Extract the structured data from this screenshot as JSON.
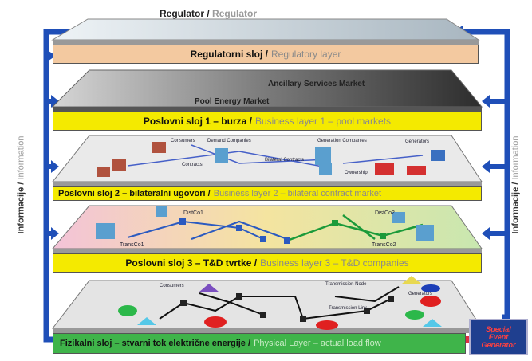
{
  "top": {
    "title_hr": "Regulator",
    "sep": "/",
    "title_en": "Regulator"
  },
  "side": {
    "hr": "Informacije",
    "sep": "/",
    "en": "Information"
  },
  "layers": [
    {
      "hr": "Regulatorni sloj",
      "en": "Regulatory layer"
    },
    {
      "hr": "Poslovni sloj 1 – burza",
      "en": "Business layer 1 – pool markets"
    },
    {
      "hr": "Poslovni sloj 2 – bilateralni ugovori",
      "en": "Business layer 2 – bilateral contract market"
    },
    {
      "hr": "Poslovni sloj 3 – T&D tvrtke",
      "en": "Business layer 3 – T&D companies"
    },
    {
      "hr": "Fizikalni sloj – stvarni tok električne energije",
      "en": "Physical Layer – actual load flow"
    }
  ],
  "plate1": {
    "ancillary": "Ancillary Services Market",
    "pool": "Pool Energy Market"
  },
  "plate2": {
    "consumers": "Consumers",
    "demand": "Demand Companies",
    "generation": "Generation Companies",
    "generators": "Generators",
    "bilateral": "Bilateral Contracts",
    "ownership": "Ownership",
    "contracts": "Contracts"
  },
  "plate3": {
    "distco1": "DistCo1",
    "distco2": "DistCo2",
    "transco1": "TransCo1",
    "transco2": "TransCo2"
  },
  "plate4": {
    "consumers": "Consumers",
    "tnode": "Transmission Node",
    "generators": "Generators",
    "tlink": "Transmission Link"
  },
  "seg": {
    "l1": "Special",
    "l2": "Event",
    "l3": "Generator"
  },
  "colors": {
    "arrow": "#1f4fb8",
    "yellow": "#f4ea00",
    "peach": "#f3c9a0",
    "green": "#3fb44a"
  }
}
